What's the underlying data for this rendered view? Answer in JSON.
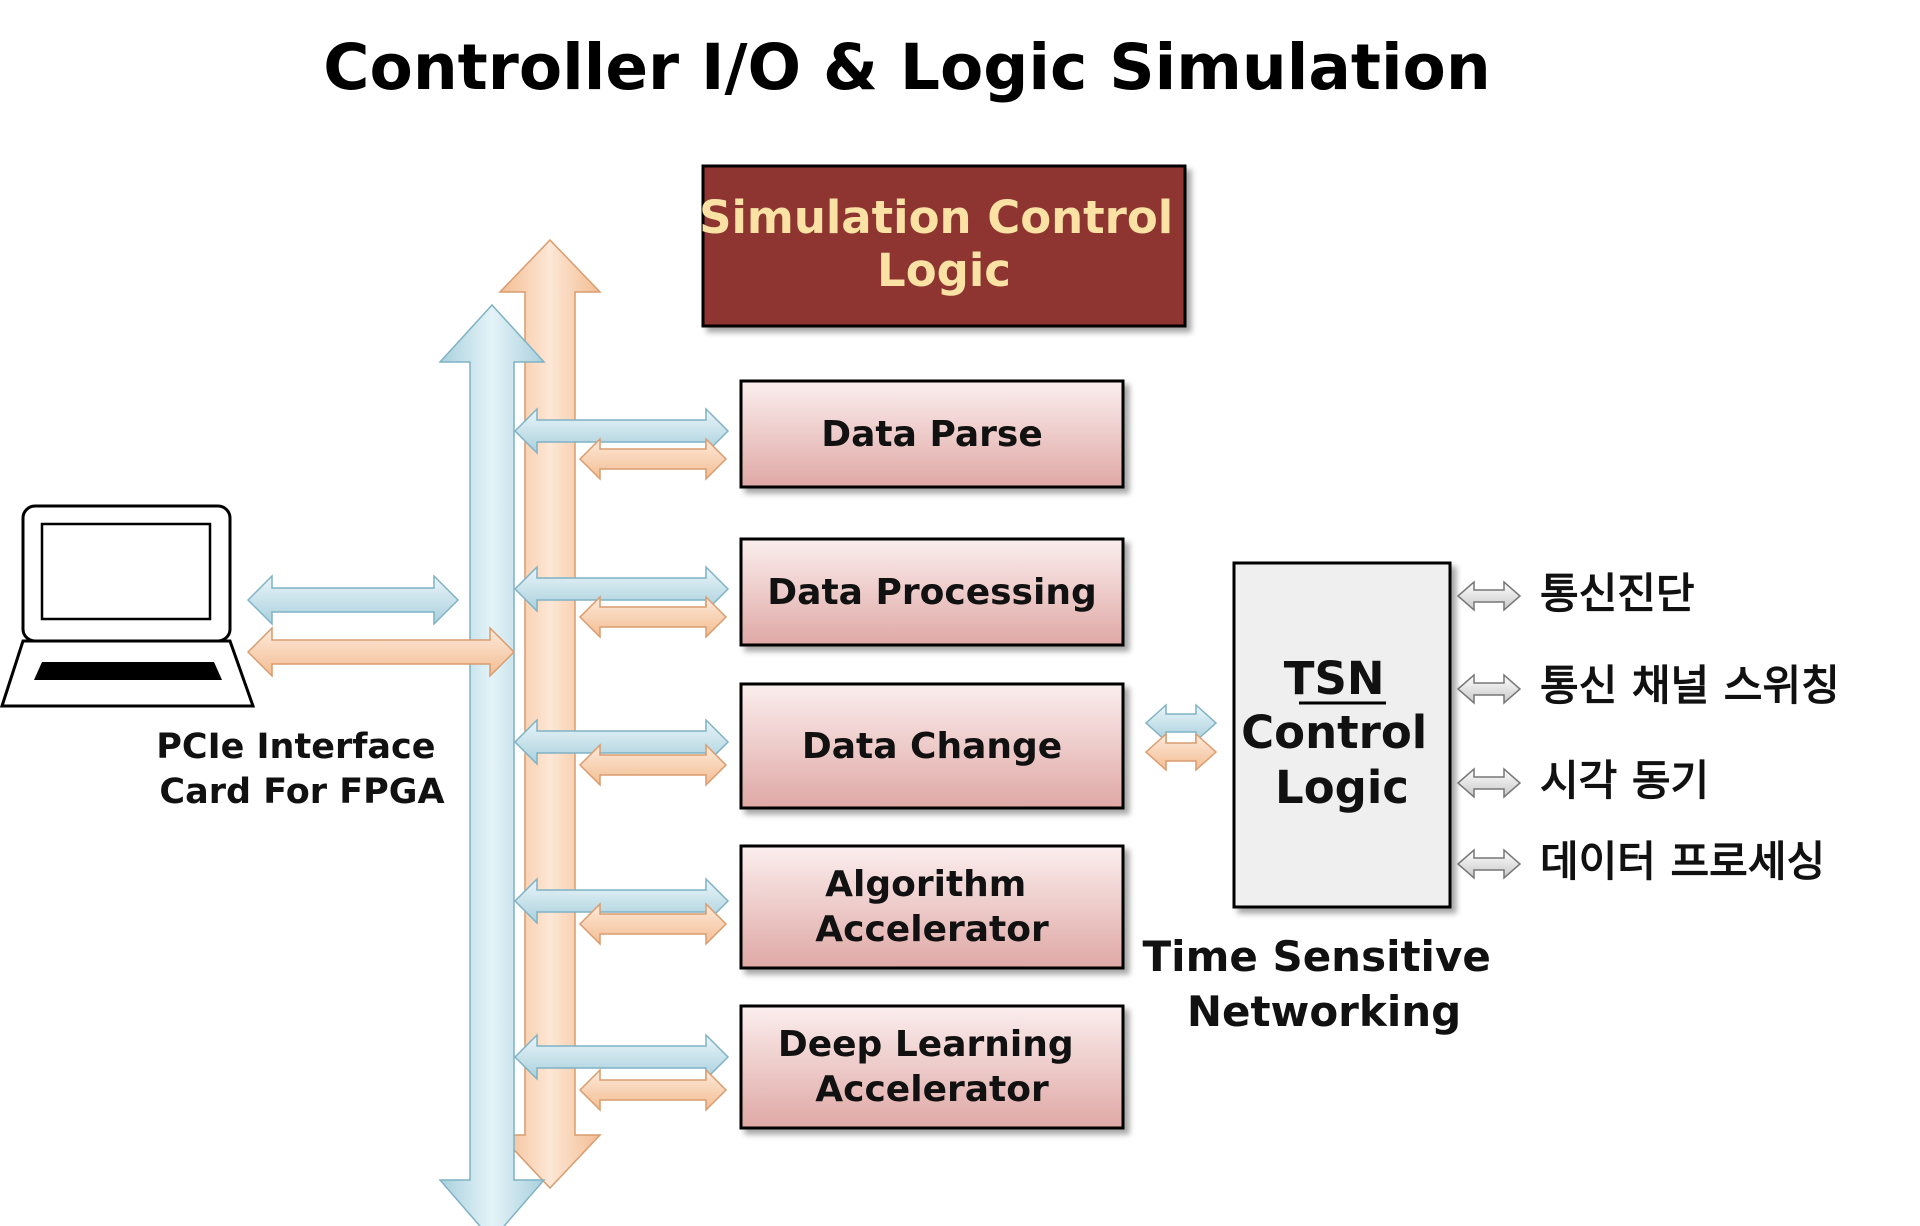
{
  "title": "Controller I/O & Logic Simulation",
  "control_block": {
    "line1": "Simulation Control",
    "line2": "Logic"
  },
  "pcie": {
    "line1": "PCIe Interface",
    "line2": "Card For FPGA"
  },
  "modules": [
    {
      "line1": "Data Parse"
    },
    {
      "line1": "Data Processing"
    },
    {
      "line1": "Data Change"
    },
    {
      "line1": "Algorithm",
      "line2": "Accelerator"
    },
    {
      "line1": "Deep Learning",
      "line2": "Accelerator"
    }
  ],
  "tsn": {
    "acronym": "TSN",
    "line2": "Control",
    "line3": "Logic",
    "caption_line1": "Time Sensitive",
    "caption_line2": "Networking"
  },
  "tsn_functions": [
    "통신진단",
    "통신 채널 스위칭",
    "시각 동기",
    "데이터 프로세싱"
  ],
  "colors": {
    "control_block_fill": "#8e3530",
    "control_block_text": "#f9e2a4",
    "module_fill_top": "#fbeeee",
    "module_fill_bottom": "#dfa8a5",
    "blue_bus": "#c4e0ea",
    "orange_bus": "#f8cfae",
    "tsn_fill": "#efefef"
  }
}
